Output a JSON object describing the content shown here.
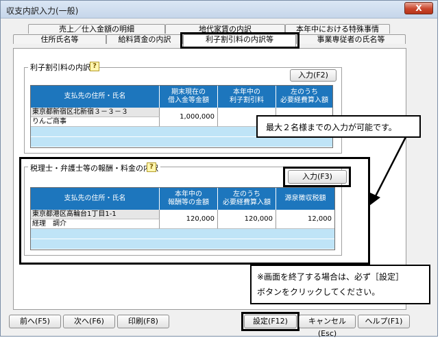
{
  "window": {
    "title": "収支内訳入力(一般)",
    "close_label": "X"
  },
  "tabs": {
    "row1": [
      {
        "label": "売上／仕入金額の明細"
      },
      {
        "label": "地代家賃の内訳"
      },
      {
        "label": "本年中における特殊事情"
      }
    ],
    "row2": [
      {
        "label": "住所氏名等"
      },
      {
        "label": "給料賃金の内訳"
      },
      {
        "label": "利子割引料の内訳等"
      },
      {
        "label": "事業専従者の氏名等"
      }
    ]
  },
  "interest": {
    "group_title": "利子割引料の内訳",
    "help_label": "?",
    "input_button": "入力(F2)",
    "headers": [
      "支払先の住所・氏名",
      "期末現在の\n借入金等金額",
      "本年中の\n利子割引料",
      "左のうち\n必要経費算入額"
    ],
    "rows": [
      {
        "address": "東京都新宿区北新宿３－３－３",
        "name": "りんご商事",
        "balance": "1,000,000",
        "interest": "",
        "deductible": ""
      }
    ]
  },
  "fees": {
    "group_title": "税理士・弁護士等の報酬・料金の内訳",
    "help_label": "?",
    "input_button": "入力(F3)",
    "headers": [
      "支払先の住所・氏名",
      "本年中の\n報酬等の金額",
      "左のうち\n必要経費算入額",
      "源泉徴収税額"
    ],
    "rows": [
      {
        "address": "東京都港区高輪台1丁目1-1",
        "name": "経理　調介",
        "amount": "120,000",
        "deductible": "120,000",
        "withholding": "12,000"
      }
    ]
  },
  "callouts": {
    "max_entries": "最大２名様までの入力が可能です。",
    "exit_note_1": "※画面を終了する場合は、必ず［設定］",
    "exit_note_2": "ボタンをクリックしてください。"
  },
  "footer": {
    "prev": "前へ(F5)",
    "next": "次へ(F6)",
    "print": "印刷(F8)",
    "ok": "設定(F12)",
    "cancel": "キャンセル(Esc)",
    "help": "ヘルプ(F1)"
  }
}
